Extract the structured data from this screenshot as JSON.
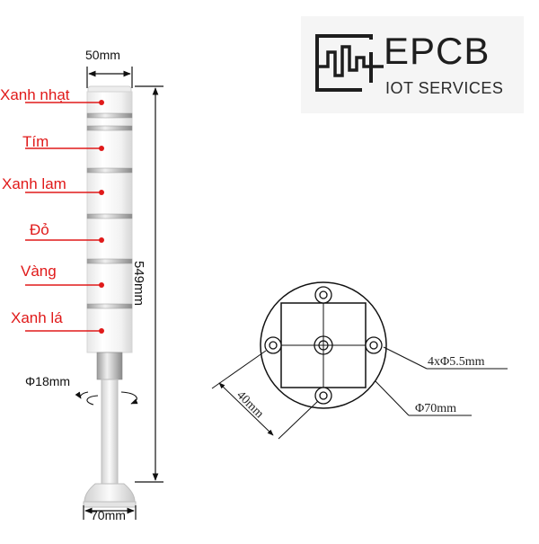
{
  "colors": {
    "label_red": "#e01a1a",
    "line_black": "#111111",
    "logo_bg": "#f5f5f5",
    "logo_text": "#1e1e1e"
  },
  "logo": {
    "name": "EPCB",
    "tagline": "IOT SERVICES"
  },
  "tower": {
    "width_label": "50mm",
    "height_label": "549mm",
    "pole_label": "Φ18mm",
    "base_label": "70mm",
    "layers": [
      "Xanh nhạt",
      "Tím",
      "Xanh lam",
      "Đỏ",
      "Vàng",
      "Xanh lá"
    ]
  },
  "mount": {
    "hole_label": "4xΦ5.5mm",
    "diameter_label": "Φ70mm",
    "spacing_label": "40mm"
  }
}
